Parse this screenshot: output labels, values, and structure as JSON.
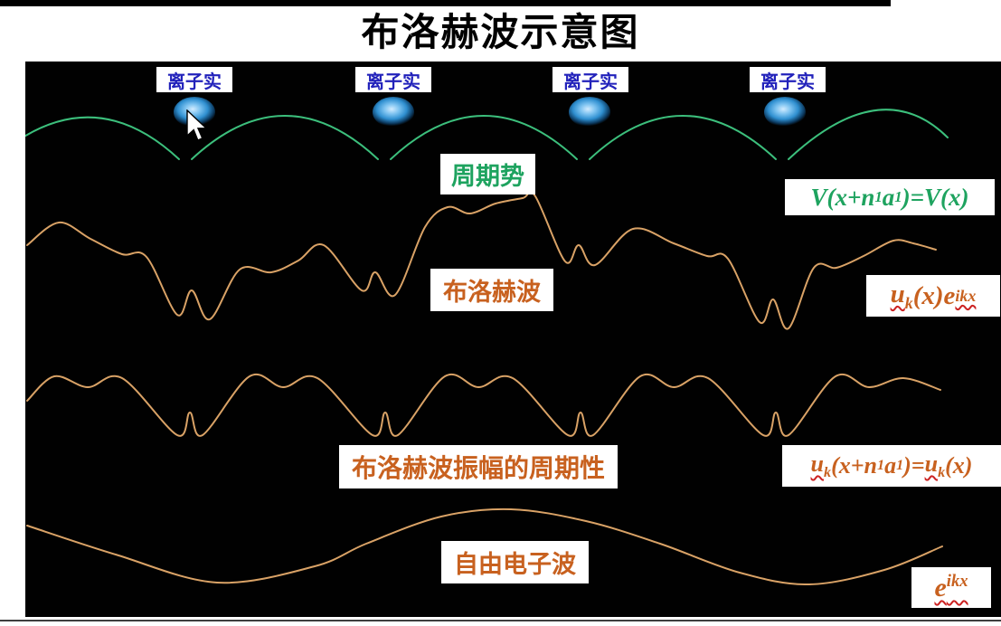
{
  "title": "布洛赫波示意图",
  "ion_label": "离子实",
  "labels": {
    "potential": "周期势",
    "bloch": "布洛赫波",
    "amplitude": "布洛赫波振幅的周期性",
    "free": "自由电子波"
  },
  "formulas": {
    "potential": {
      "p1": "V(x+n",
      "p2": "1",
      "p3": "a",
      "p4": "1",
      "p5": ")=V(x)"
    },
    "bloch": {
      "p1": "u",
      "p2": "k",
      "p3": "(x)e",
      "p4": "ikx"
    },
    "amplitude": {
      "p1": "u",
      "p2": "k",
      "p3": "(x+n",
      "p4": "1",
      "p5": "a",
      "p6": "1",
      "p7": ")=",
      "p8": "u",
      "p9": "k",
      "p10": "(x)"
    },
    "free": {
      "p1": "e",
      "p2": "ikx"
    }
  },
  "colors": {
    "background": "#010101",
    "potential_curve": "#3cbf7c",
    "wave_curve": "#d9a266",
    "ion_label_text": "#2222bb",
    "orange_label_text": "#c8611f",
    "green_text": "#1ea35f",
    "underline_red": "#cc2222"
  }
}
